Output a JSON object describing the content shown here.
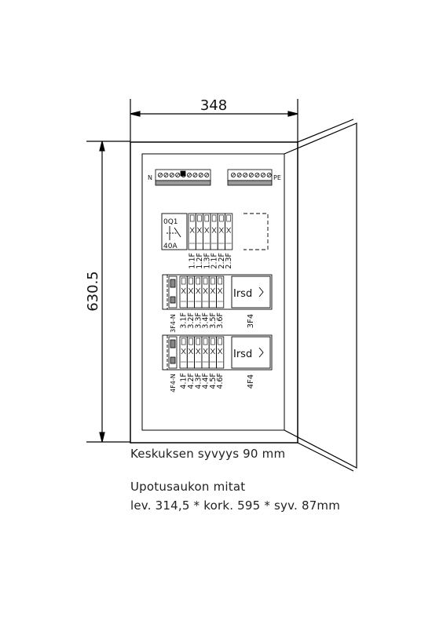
{
  "dimensions": {
    "width": "348",
    "height": "630.5"
  },
  "busbars": {
    "neutral_label": "N",
    "earth_label": "PE"
  },
  "main_switch": {
    "id": "0Q1",
    "rating": "40A"
  },
  "row1": {
    "breakers": [
      "1.1F",
      "1.2F",
      "1.3F",
      "2.1F",
      "2.2F",
      "2.3F"
    ]
  },
  "row2": {
    "neutral_label": "3F4-N",
    "breakers": [
      "3.1F",
      "3.2F",
      "3.3F",
      "3.4F",
      "3.5F",
      "3.6F"
    ],
    "rcd_label": "Irsd",
    "rcd_id": "3F4"
  },
  "row3": {
    "neutral_label": "4F4-N",
    "breakers": [
      "4.1F",
      "4.2F",
      "4.3F",
      "4.4F",
      "4.5F",
      "4.6F"
    ],
    "rcd_label": "Irsd",
    "rcd_id": "4F4"
  },
  "notes": {
    "depth": "Keskuksen syvyys 90 mm",
    "cutout_title": "Upotusaukon mitat",
    "cutout_dims": "lev. 314,5 * kork. 595 * syv. 87mm"
  }
}
